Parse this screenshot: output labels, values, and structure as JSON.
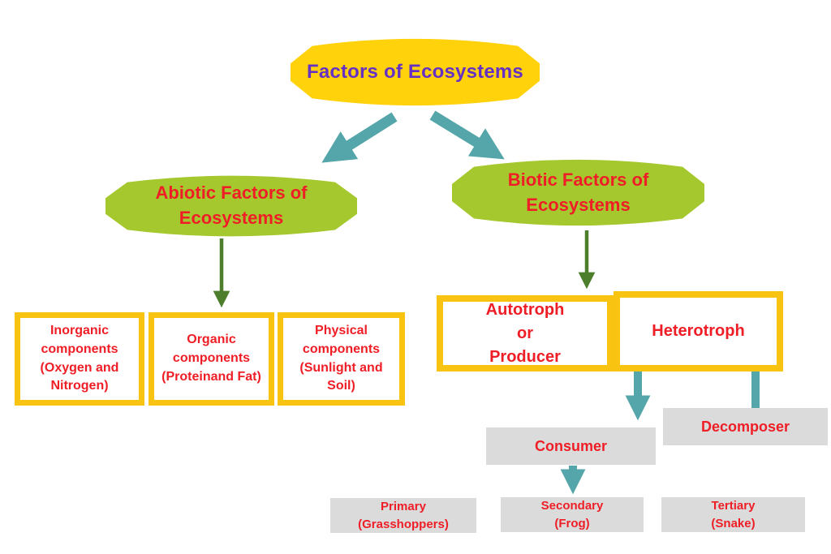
{
  "palette": {
    "badge_yellow": "#ffd20b",
    "box_border_yellow": "#f9c311",
    "badge_green": "#a6c82f",
    "arrow_teal": "#55a6aa",
    "arrow_dark_green": "#4c7e2c",
    "text_red": "#ef1e26",
    "text_purple": "#6531c5",
    "gray_box": "#dbdbdb",
    "background": "#ffffff"
  },
  "nodes": {
    "root": {
      "label": "Factors of Ecosystems"
    },
    "abiotic": {
      "label": "Abiotic Factors of\nEcosystems"
    },
    "biotic": {
      "label": "Biotic Factors of\nEcosystems"
    },
    "abiotic_components": [
      {
        "label": "Inorganic\ncomponents\n(Oxygen and\nNitrogen)"
      },
      {
        "label": "Organic\ncomponents\n(Proteinand Fat)"
      },
      {
        "label": "Physical\ncomponents\n(Sunlight and\nSoil)"
      }
    ],
    "autotroph": {
      "label": "Autotroph\nor\nProducer"
    },
    "heterotroph": {
      "label": "Heterotroph"
    },
    "consumer": {
      "label": "Consumer"
    },
    "decomposer": {
      "label": "Decomposer"
    },
    "consumer_levels": [
      {
        "label": "Primary\n(Grasshoppers)"
      },
      {
        "label": "Secondary\n(Frog)"
      },
      {
        "label": "Tertiary\n(Snake)"
      }
    ]
  }
}
